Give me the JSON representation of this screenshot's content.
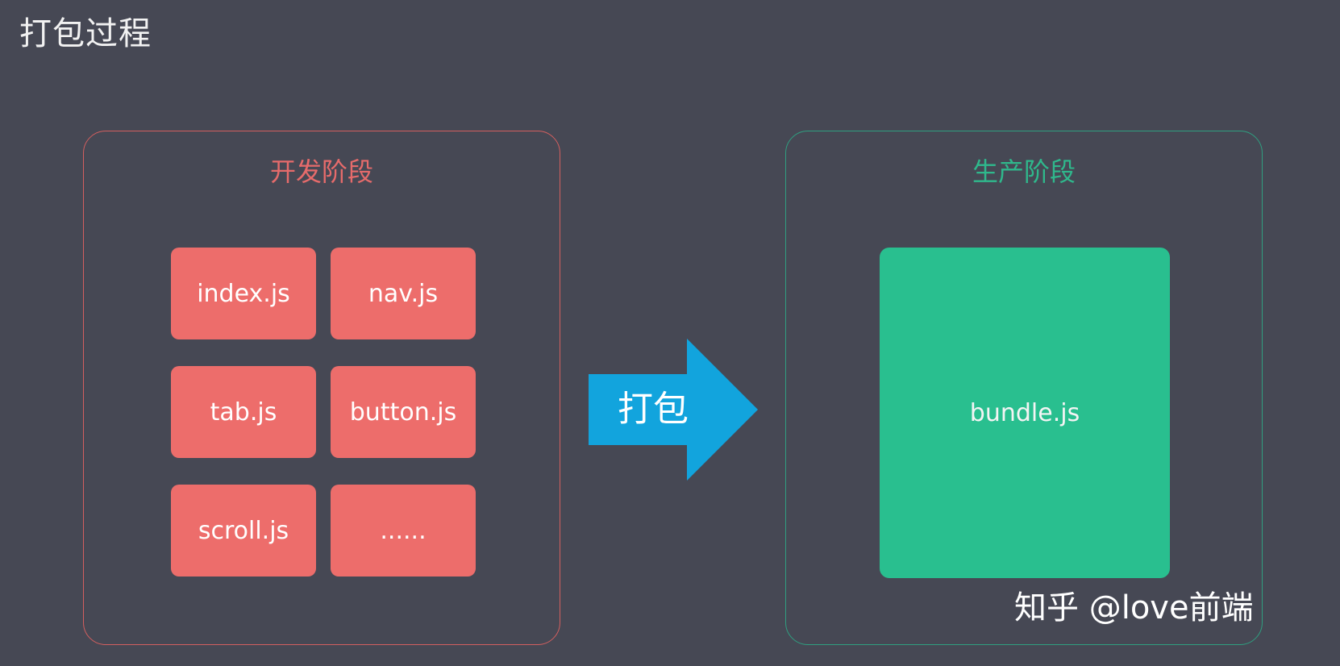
{
  "title": "打包过程",
  "dev_panel": {
    "title": "开发阶段",
    "files": [
      "index.js",
      "nav.js",
      "tab.js",
      "button.js",
      "scroll.js",
      "......"
    ]
  },
  "prod_panel": {
    "title": "生产阶段",
    "bundle": "bundle.js"
  },
  "arrow_label": "打包",
  "watermark": "知乎 @love前端",
  "colors": {
    "background": "#464854",
    "dev_accent": "#ed6d6b",
    "prod_accent": "#29bf8f",
    "arrow": "#12a4dd"
  }
}
